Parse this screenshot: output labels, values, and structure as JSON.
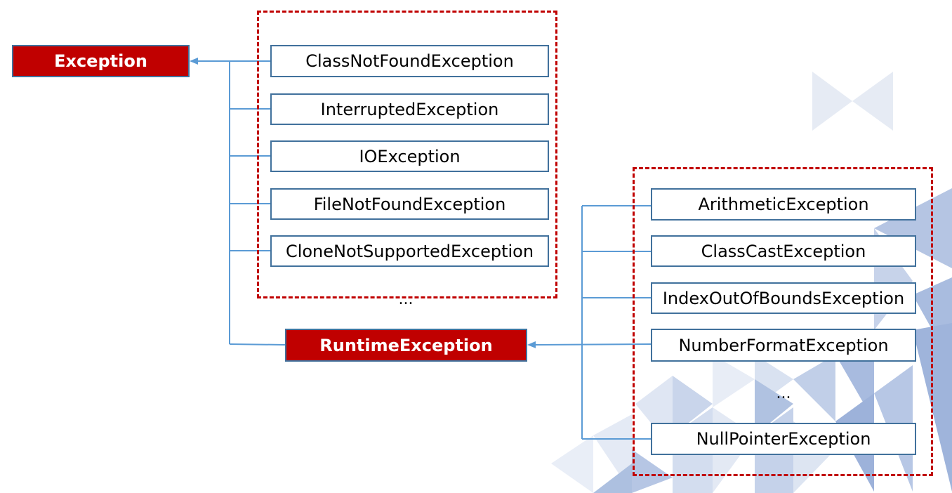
{
  "diagram": {
    "roots": {
      "exception": "Exception",
      "runtime_exception": "RuntimeException"
    },
    "checked_exceptions": [
      "ClassNotFoundException",
      "InterruptedException",
      "IOException",
      "FileNotFoundException",
      "CloneNotSupportedException"
    ],
    "checked_more": "...",
    "runtime_exceptions": [
      "ArithmeticException",
      "ClassCastException",
      "IndexOutOfBoundsException",
      "NumberFormatException"
    ],
    "runtime_more": "...",
    "runtime_last": "NullPointerException",
    "colors": {
      "root_fill": "#c00000",
      "node_border": "#41719c",
      "connector": "#5b9bd5",
      "group_dash": "#c00000",
      "decoration": "#8fa9d6"
    }
  }
}
